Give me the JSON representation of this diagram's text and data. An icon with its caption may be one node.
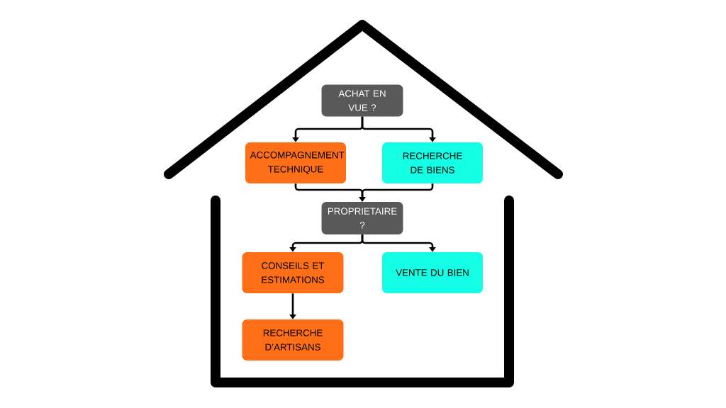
{
  "diagram": {
    "nodes": [
      {
        "text": [
          "ACHAT EN VUE ?"
        ]
      },
      {
        "text": [
          "ACCOMPAGNEMENT TECHNIQUE"
        ]
      },
      {
        "text": [
          "RECHERCHE DE BIENS"
        ]
      },
      {
        "text": [
          "PROPRIETAIRE ?"
        ]
      },
      {
        "text": [
          "CONSEILS ET ESTIMATIONS"
        ]
      },
      {
        "text": [
          "VENTE DU BIEN"
        ]
      },
      {
        "text": [
          "RECHERCHE D’ARTISANS"
        ]
      }
    ],
    "edges": [
      {
        "from": 0,
        "to": 1,
        "arrow": "to"
      },
      {
        "from": 0,
        "to": 2,
        "arrow": "to"
      },
      {
        "from": 1,
        "to": 3,
        "arrow": "to"
      },
      {
        "from": 2,
        "to": 3,
        "arrow": "to"
      },
      {
        "from": 3,
        "to": 4,
        "arrow": "to"
      },
      {
        "from": 3,
        "to": 5,
        "arrow": "to"
      },
      {
        "from": 4,
        "to": 6,
        "arrow": "to"
      }
    ]
  }
}
